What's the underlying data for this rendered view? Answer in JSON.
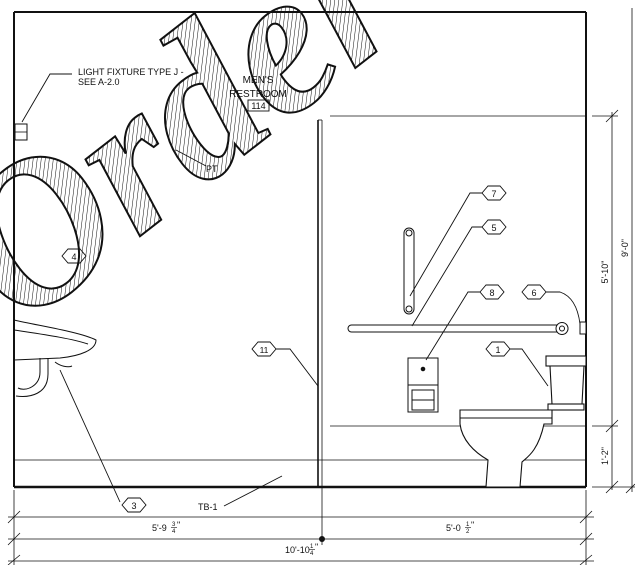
{
  "room": {
    "name": "MEN'S",
    "subname": "RESTROOM",
    "number": "114"
  },
  "notes": {
    "light_fixture_1": "LIGHT FIXTURE TYPE J -",
    "light_fixture_2": "SEE A-2.0",
    "paint": "PT",
    "tile_base": "TB-1"
  },
  "tags": {
    "t7": "7",
    "t5": "5",
    "t8": "8",
    "t6": "6",
    "t1": "1",
    "t11": "11",
    "t3": "3",
    "t4": "4"
  },
  "dimensions": {
    "left": "5'-9",
    "left_num": "3",
    "left_den": "4",
    "left_end": "\"",
    "right": "5'-0",
    "right_num": "1",
    "right_den": "2",
    "right_end": "\"",
    "total": "10'-10",
    "total_num": "1",
    "total_den": "4",
    "total_end": "\"",
    "height_total": "9'-0\"",
    "height_upper": "5'-10\"",
    "height_lower": "1'-2\""
  },
  "watermark": "Order Plan"
}
